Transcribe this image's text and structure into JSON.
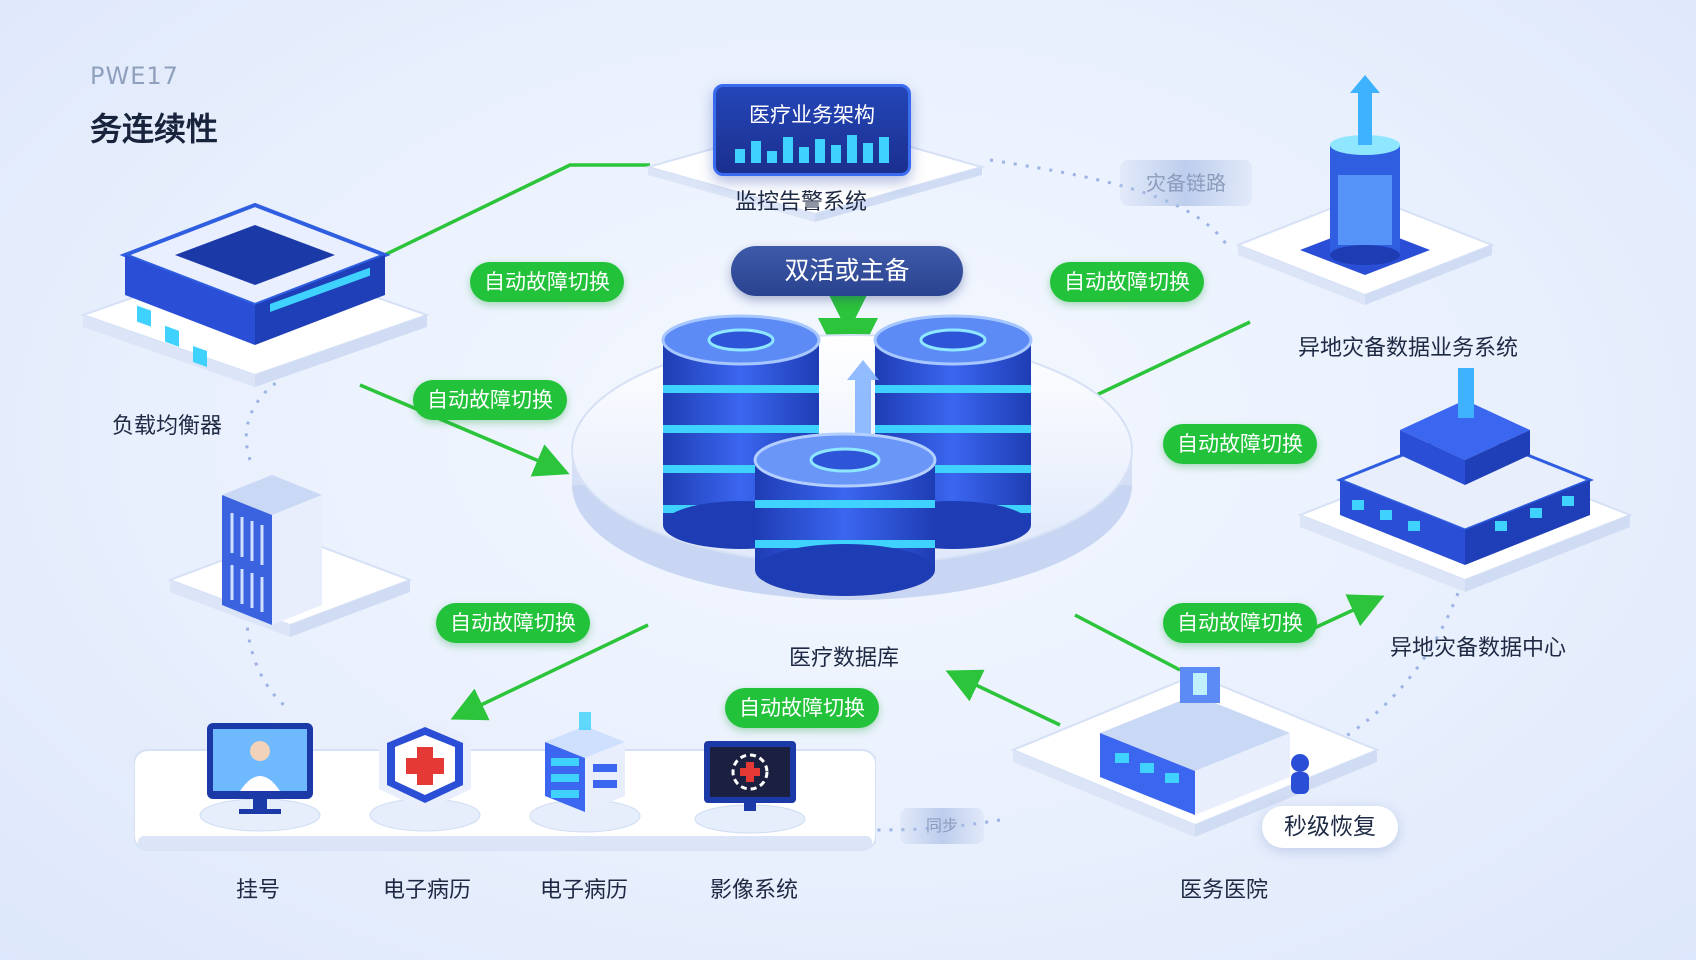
{
  "header": {
    "small": "PWE17",
    "title": "务连续性"
  },
  "center": {
    "badge": "双活或主备",
    "label": "医疗数据库"
  },
  "top": {
    "badge": "医疗业务架构",
    "label": "监控告警系统"
  },
  "nodes": {
    "load_balancer": "负载均衡器",
    "remote_backup": "异地灾备数据业务系统",
    "remote_dc": "异地灾备数据中心",
    "hospital": "医务医院",
    "registration": "挂号",
    "emr1": "电子病历",
    "emr2": "电子病历",
    "imaging": "影像系统"
  },
  "badges": {
    "second_recovery": "秒级恢复",
    "ghost_top_right": "灾备链路",
    "ghost_bottom": "同步"
  },
  "failover": {
    "p1": "自动故障切换",
    "p2": "自动故障切换",
    "p3": "自动故障切换",
    "p4": "自动故障切换",
    "p5": "自动故障切换",
    "p6": "自动故障切换",
    "p7": "自动故障切换"
  },
  "colors": {
    "green": "#22c23a",
    "blue": "#2a4fd6",
    "cyan": "#3fd2ff"
  }
}
